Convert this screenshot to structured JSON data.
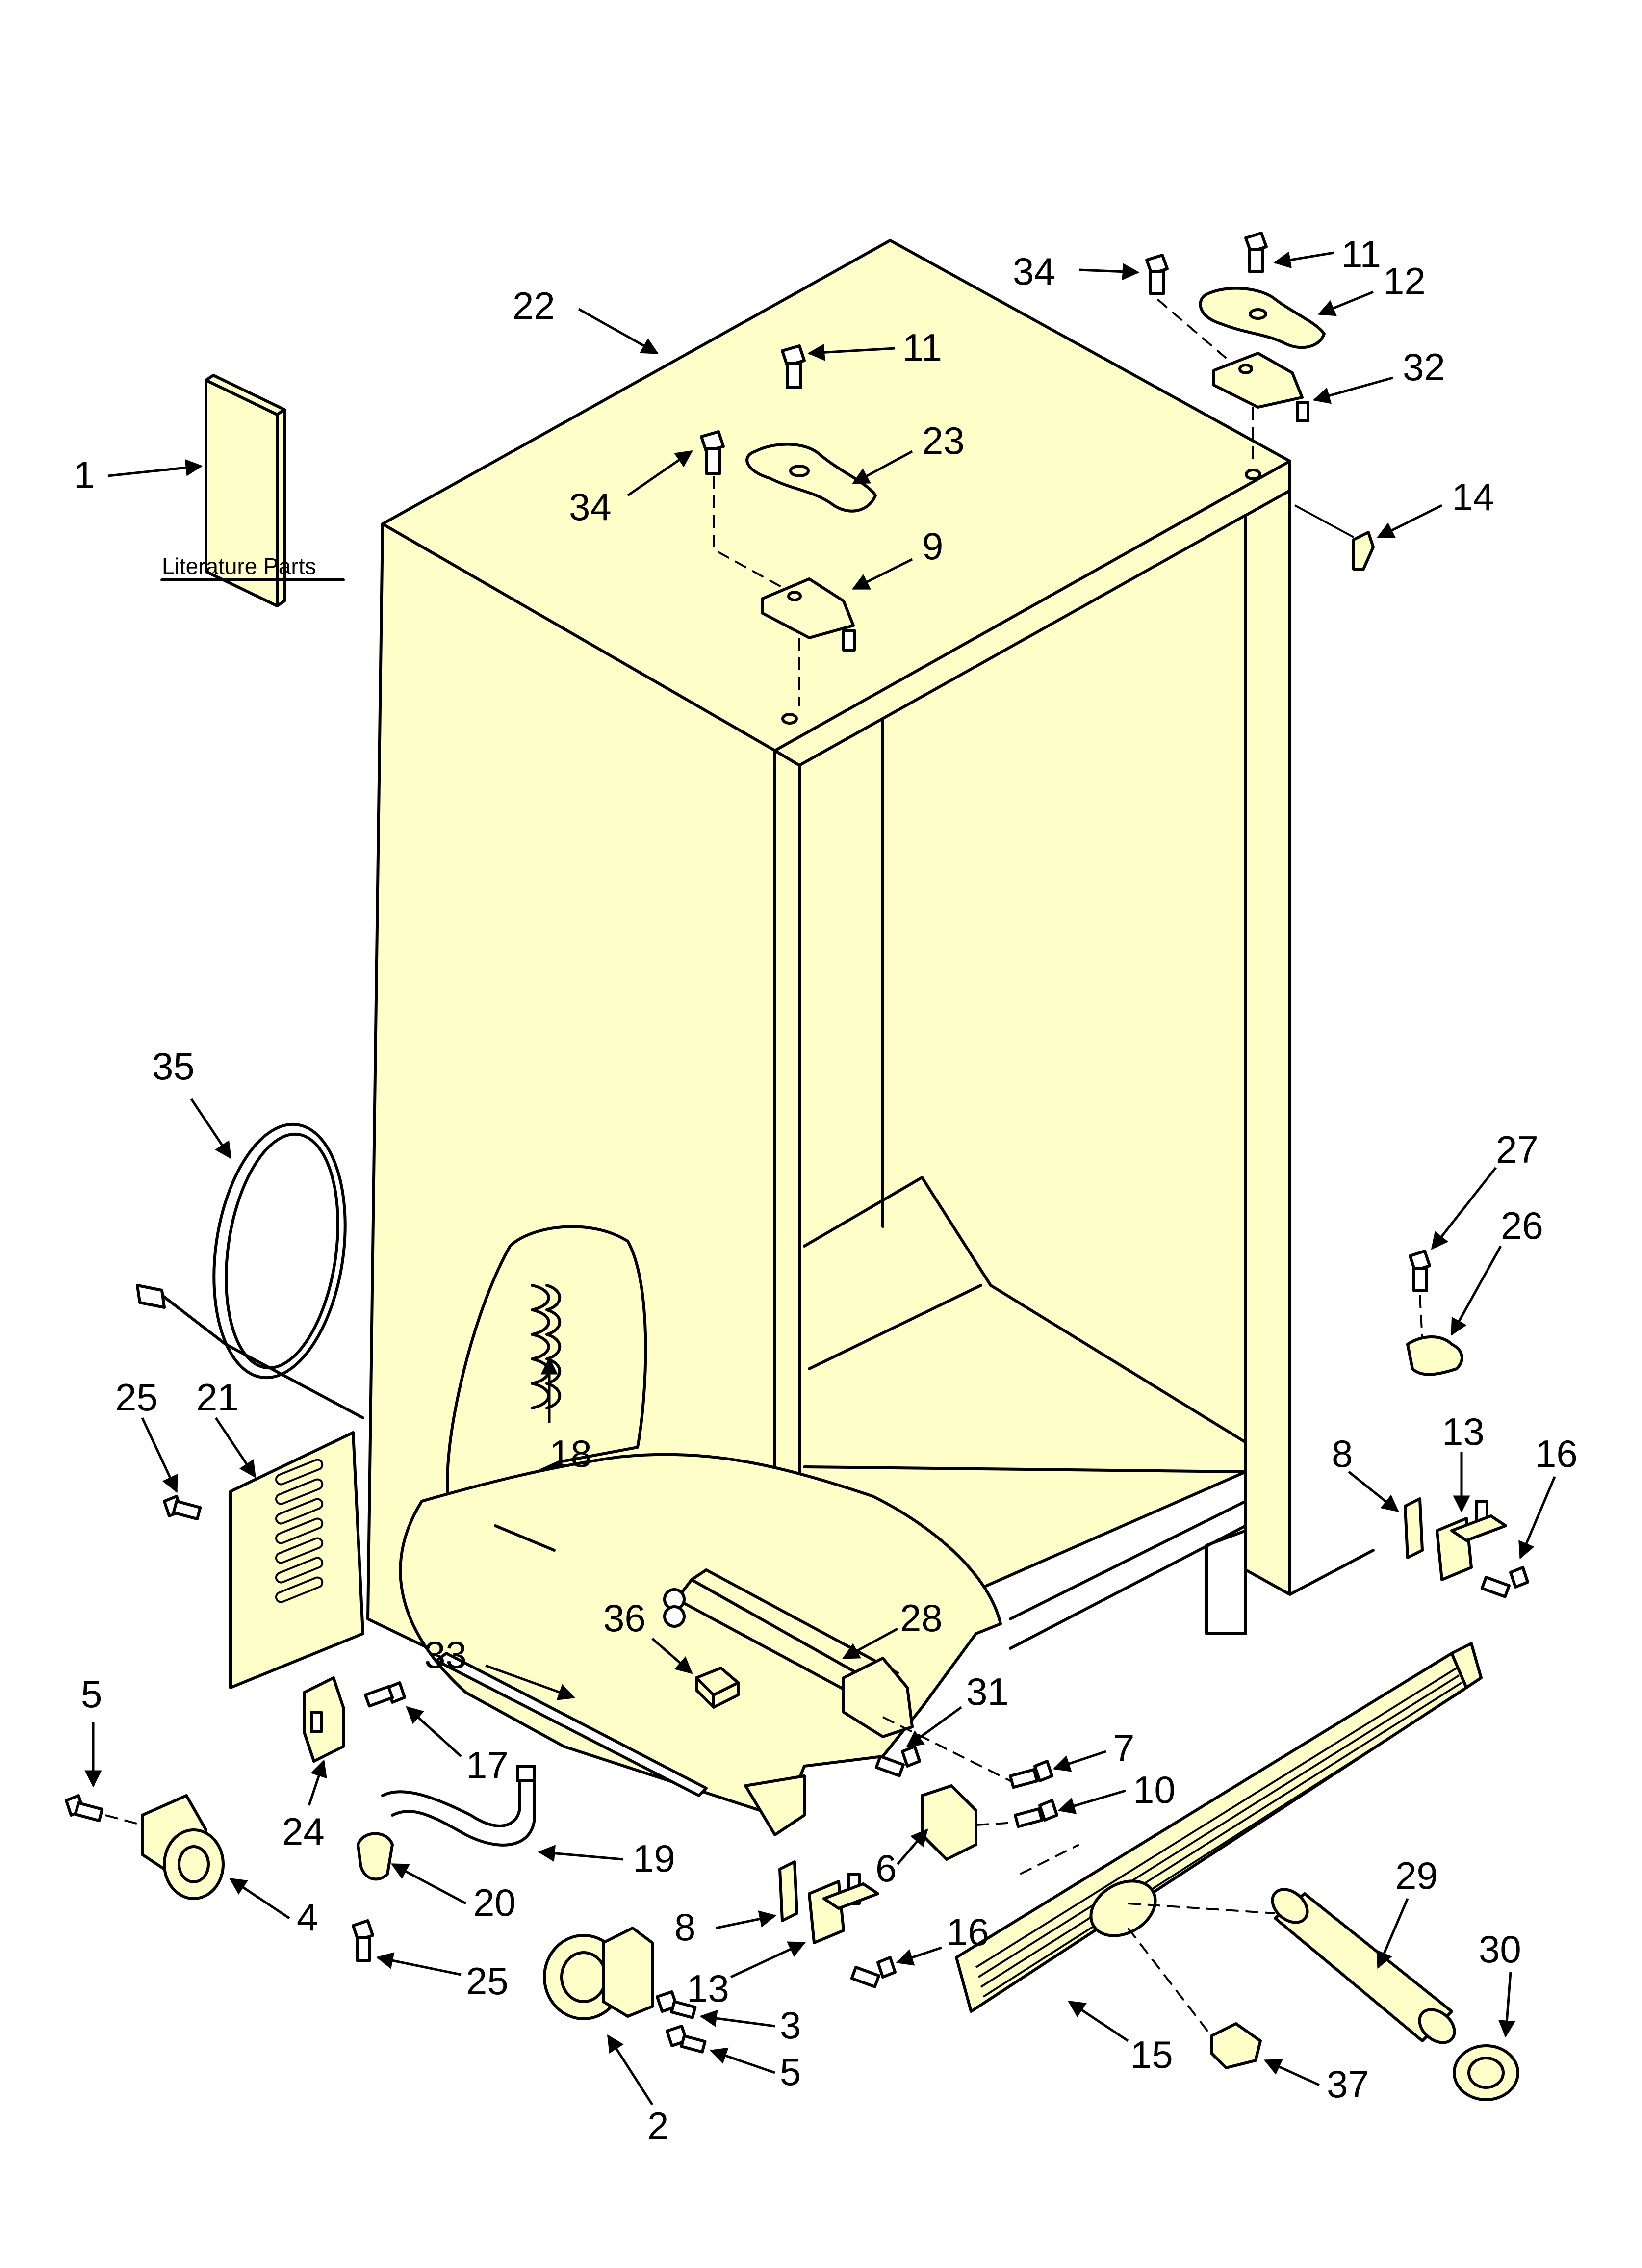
{
  "caption": "Literature Parts",
  "callouts": {
    "p1": "1",
    "p2": "2",
    "p3": "3",
    "p4": "4",
    "p5a": "5",
    "p5b": "5",
    "p6": "6",
    "p7": "7",
    "p8a": "8",
    "p8b": "8",
    "p9": "9",
    "p10": "10",
    "p11a": "11",
    "p11b": "11",
    "p12": "12",
    "p13a": "13",
    "p13b": "13",
    "p14": "14",
    "p15": "15",
    "p16a": "16",
    "p16b": "16",
    "p17": "17",
    "p18": "18",
    "p19": "19",
    "p20": "20",
    "p21": "21",
    "p22": "22",
    "p23": "23",
    "p24": "24",
    "p25a": "25",
    "p25b": "25",
    "p26": "26",
    "p27": "27",
    "p28": "28",
    "p29": "29",
    "p30": "30",
    "p31": "31",
    "p32": "32",
    "p33": "33",
    "p34a": "34",
    "p34b": "34",
    "p35": "35",
    "p36": "36",
    "p37": "37"
  },
  "colors": {
    "part_fill": "#fefec8",
    "line": "#000000",
    "background": "#ffffff"
  }
}
